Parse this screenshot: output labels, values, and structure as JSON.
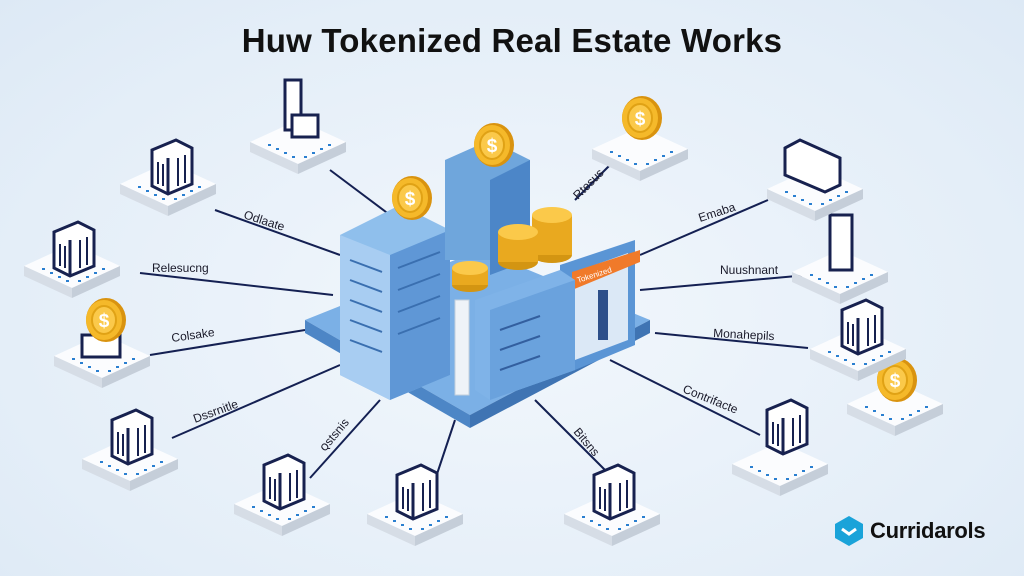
{
  "title": "Huw Tokenized Real Estate Works",
  "labels": {
    "odlaate": "Odlaate",
    "relesucng": "Relesucng",
    "colsake": "Colsake",
    "dssrnitle": "Dssrnitle",
    "rstsnis": "ꞯstsnis",
    "rtesus": "Rtesus",
    "emaba": "Emaba",
    "nuushnant": "Nuushnant",
    "monahepils": "Monahepils",
    "contrifacte": "Contrifacte",
    "bitsns": "Bitsns"
  },
  "center": {
    "storefront_sign": "Tokenized"
  },
  "brand": {
    "name": "Curridarols"
  },
  "colors": {
    "accent": "#1aa3d9",
    "line": "#142052",
    "building": "#6fa6dc",
    "coin": "#f2b320"
  }
}
